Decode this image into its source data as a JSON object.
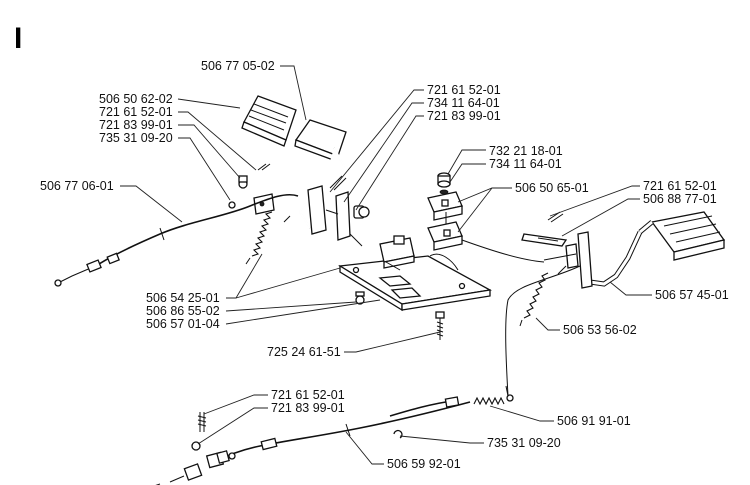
{
  "section_letter": "I",
  "labels": {
    "p_506_77_05_02": "506 77 05-02",
    "p_506_50_62_02": "506 50 62-02",
    "p_721_61_52_01_a": "721 61 52-01",
    "p_721_83_99_01_a": "721 83 99-01",
    "p_735_31_09_20_a": "735 31 09-20",
    "p_506_77_06_01": "506 77 06-01",
    "p_721_61_52_01_b": "721 61 52-01",
    "p_734_11_64_01_a": "734 11 64-01",
    "p_721_83_99_01_b": "721 83 99-01",
    "p_732_21_18_01": "732 21 18-01",
    "p_734_11_64_01_b": "734 11 64-01",
    "p_506_50_65_01": "506 50 65-01",
    "p_721_61_52_01_c": "721 61 52-01",
    "p_506_88_77_01": "506 88 77-01",
    "p_506_57_45_01": "506 57 45-01",
    "p_506_54_25_01": "506 54 25-01",
    "p_506_86_55_02": "506 86 55-02",
    "p_506_57_01_04": "506 57 01-04",
    "p_506_53_56_02": "506 53 56-02",
    "p_725_24_61_51": "725 24 61-51",
    "p_721_61_52_01_d": "721 61 52-01",
    "p_721_83_99_01_c": "721 83 99-01",
    "p_506_91_91_01": "506 91 91-01",
    "p_735_31_09_20_b": "735 31 09-20",
    "p_506_59_92_01": "506 59 92-01"
  }
}
